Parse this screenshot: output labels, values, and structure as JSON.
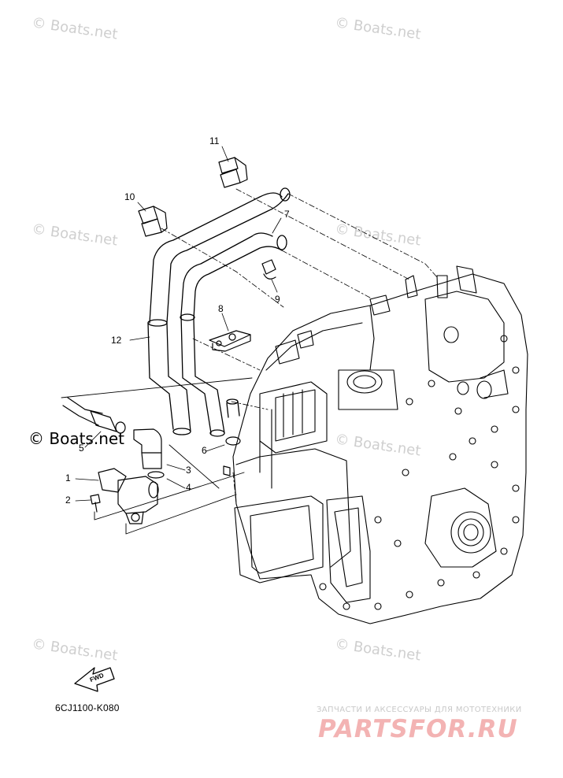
{
  "watermark": "© Boats.net",
  "copyright_overlay": "© Boats.net",
  "diagram_code": "6CJ1100-K080",
  "fwd_label": "FWD",
  "shop": {
    "tagline": "ЗАПЧАСТИ И АКСЕССУАРЫ ДЛЯ МОТОТЕХНИКИ",
    "logo": "PARTSFOR.RU"
  },
  "callouts": {
    "c1": "1",
    "c2": "2",
    "c3": "3",
    "c4": "4",
    "c5": "5",
    "c6": "6",
    "c7": "7",
    "c8": "8",
    "c9": "9",
    "c10": "10",
    "c11": "11",
    "c12": "12"
  },
  "colors": {
    "line": "#000000",
    "watermark": "#cfcfcf",
    "logo": "#f3b3b3"
  }
}
